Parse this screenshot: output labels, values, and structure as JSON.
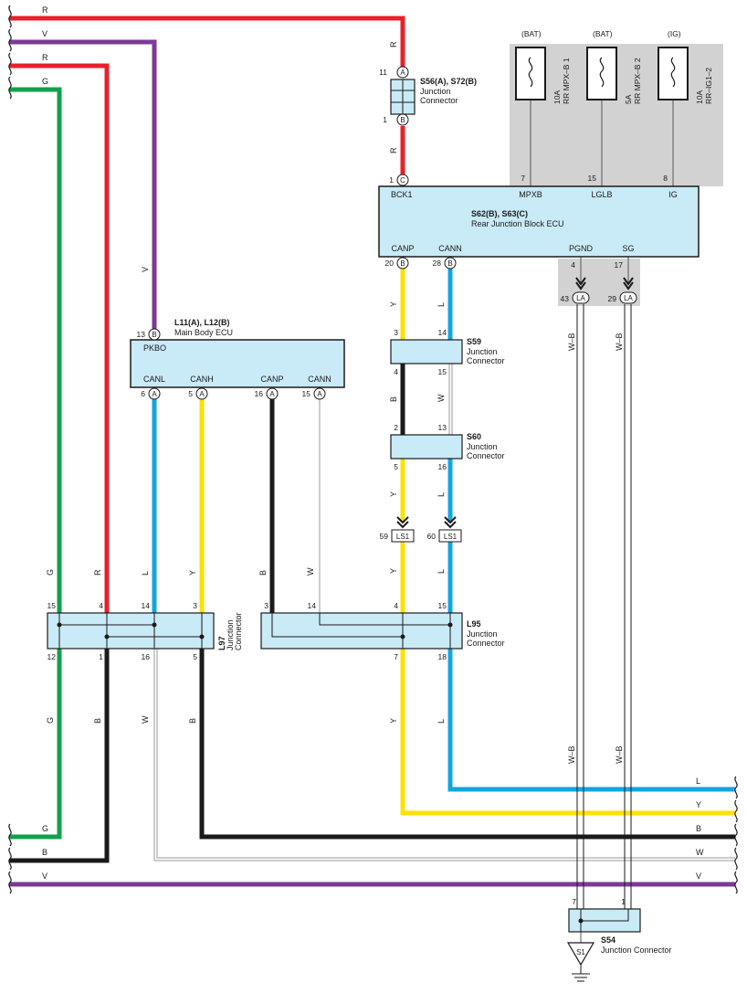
{
  "colors": {
    "R": "#e8202a",
    "V": "#7b3a96",
    "G": "#12a04b",
    "B": "#1a1a1a",
    "Y": "#ffe000",
    "L": "#12a6e0",
    "W": "#b0b0b0",
    "box_fill": "#c9eaf7",
    "grey_panel": "#d2d2d2"
  },
  "edge_wires": {
    "left": [
      "R",
      "V",
      "R",
      "G",
      "G",
      "B",
      "V"
    ],
    "right": [
      "L",
      "Y",
      "B",
      "W",
      "V"
    ]
  },
  "wire_codes": {
    "R": "R",
    "V": "V",
    "G": "G",
    "B": "B",
    "Y": "Y",
    "L": "L",
    "W": "W",
    "WB": "W–B"
  },
  "fuses": [
    {
      "source": "(BAT)",
      "rating": "10A",
      "name": "RR MPX–B 1",
      "pin": "7",
      "terminal": "MPXB"
    },
    {
      "source": "(BAT)",
      "rating": "5A",
      "name": "RR MPX–B 2",
      "pin": "15",
      "terminal": "LGLB"
    },
    {
      "source": "(IG)",
      "rating": "10A",
      "name": "RR–IG1–2",
      "pin": "8",
      "terminal": "IG"
    }
  ],
  "components": {
    "s56": {
      "title": "S56(A), S72(B)",
      "subtitle": "Junction",
      "subtitle2": "Connector",
      "pin_top": "11",
      "pin_top_letter": "A",
      "pin_bottom": "1",
      "pin_bottom_letter": "B"
    },
    "rear_ecu": {
      "title": "S62(B), S63(C)",
      "subtitle": "Rear Junction Block ECU",
      "bck1": "BCK1",
      "bck1_pin": "1",
      "bck1_letter": "C",
      "terminals": [
        {
          "name": "CANP",
          "pin": "20",
          "letter": "B"
        },
        {
          "name": "CANN",
          "pin": "28",
          "letter": "B"
        },
        {
          "name": "PGND",
          "pin": "4",
          "letter": ""
        },
        {
          "name": "SG",
          "pin": "17",
          "letter": ""
        }
      ]
    },
    "la_pins": [
      {
        "pin": "43",
        "letter": "LA"
      },
      {
        "pin": "29",
        "letter": "LA"
      }
    ],
    "main_ecu": {
      "title": "L11(A), L12(B)",
      "subtitle": "Main Body ECU",
      "pkbo": "PKBO",
      "pkbo_pin": "13",
      "pkbo_letter": "B",
      "terminals": [
        {
          "name": "CANL",
          "pin": "6",
          "letter": "A"
        },
        {
          "name": "CANH",
          "pin": "5",
          "letter": "A"
        },
        {
          "name": "CANP",
          "pin": "16",
          "letter": "A"
        },
        {
          "name": "CANN",
          "pin": "15",
          "letter": "A"
        }
      ]
    },
    "s59": {
      "title": "S59",
      "subtitle": "Junction",
      "subtitle2": "Connector",
      "pins": [
        "3",
        "14",
        "4",
        "15"
      ]
    },
    "s60": {
      "title": "S60",
      "subtitle": "Junction",
      "subtitle2": "Connector",
      "pins": [
        "2",
        "13",
        "5",
        "16"
      ]
    },
    "ls1": [
      {
        "pin": "59",
        "label": "LS1"
      },
      {
        "pin": "60",
        "label": "LS1"
      }
    ],
    "l95": {
      "title": "L95",
      "subtitle": "Junction",
      "subtitle2": "Connector",
      "pins_top": [
        "3",
        "14",
        "4",
        "15"
      ],
      "pins_bottom": [
        "7",
        "18"
      ]
    },
    "l97": {
      "title": "L97",
      "subtitle": "Junction",
      "subtitle2": "Connector",
      "pins_top": [
        "15",
        "4",
        "14",
        "3"
      ],
      "pins_bottom": [
        "12",
        "1",
        "16",
        "5"
      ]
    },
    "s54": {
      "title": "S54",
      "subtitle": "Junction Connector",
      "pins": [
        "7",
        "1"
      ]
    },
    "ground": {
      "label": "S1"
    }
  }
}
